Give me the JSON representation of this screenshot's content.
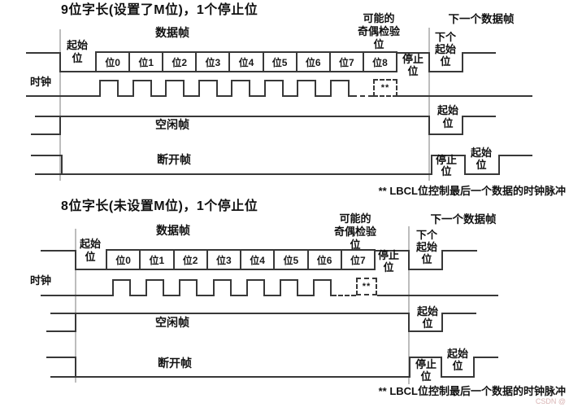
{
  "watermark": "CSDN @",
  "labels": {
    "data_frame": "数据帧",
    "clock": "时钟",
    "idle_frame": "空闲帧",
    "break_frame": "断开帧",
    "start_bit_lines": [
      "起始",
      "位"
    ],
    "stop_bit_lines": [
      "停止",
      "位"
    ],
    "possible_parity": [
      "可能的",
      "奇偶检验",
      "位"
    ],
    "next_data_frame": "下一个数据帧",
    "next_start_bit": [
      "下个",
      "起始",
      "位"
    ],
    "double_asterisk": "**",
    "lbcl_note": "** LBCL位控制最后一个数据的时钟脉冲"
  },
  "diagrams": [
    {
      "title": "9位字长(设置了M位)，1个停止位",
      "bits": [
        "位0",
        "位1",
        "位2",
        "位3",
        "位4",
        "位5",
        "位6",
        "位7",
        "位8"
      ]
    },
    {
      "title": "8位字长(未设置M位)，1个停止位",
      "bits": [
        "位0",
        "位1",
        "位2",
        "位3",
        "位4",
        "位5",
        "位6",
        "位7"
      ]
    }
  ]
}
